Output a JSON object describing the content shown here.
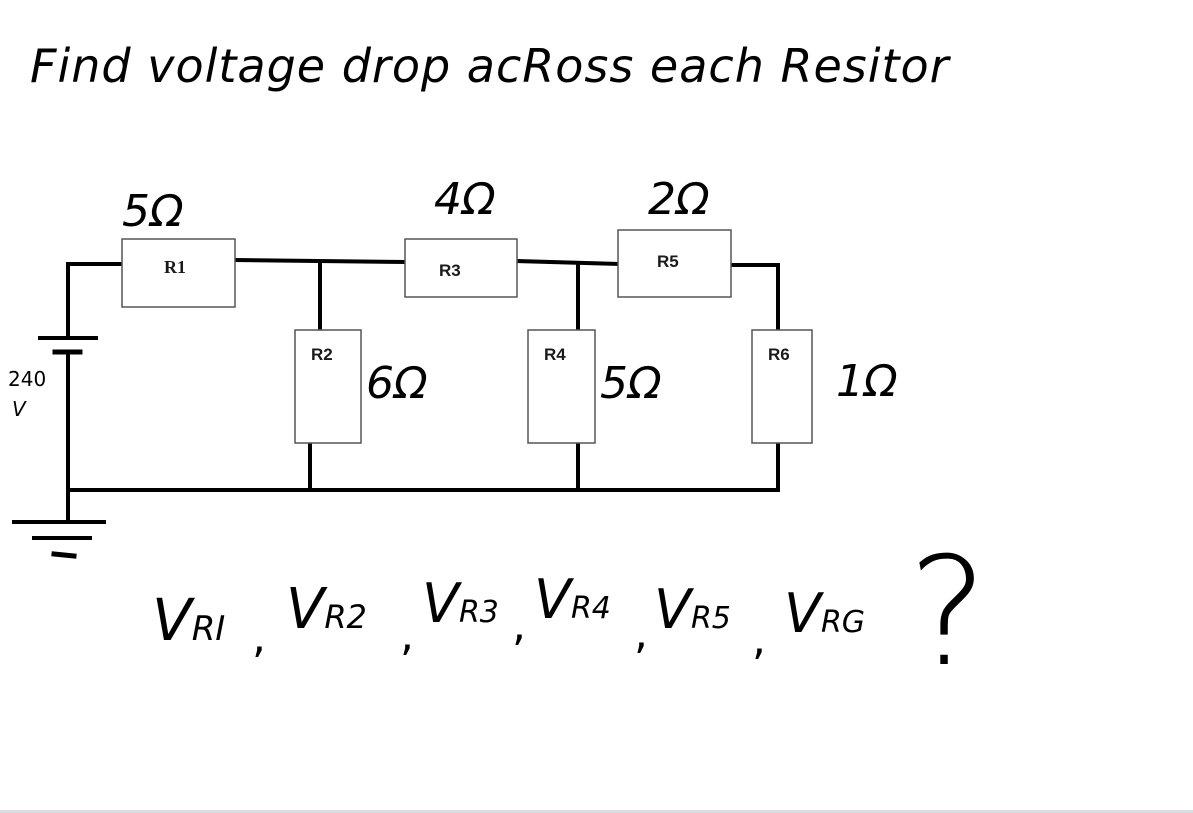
{
  "title": "Find voltage drop  acRoss each Resitor",
  "source": {
    "value": "240",
    "unit": "V"
  },
  "resistors": [
    {
      "id": "R1",
      "value": "5Ω"
    },
    {
      "id": "R2",
      "value": "6Ω"
    },
    {
      "id": "R3",
      "value": "4Ω"
    },
    {
      "id": "R4",
      "value": "5Ω"
    },
    {
      "id": "R5",
      "value": "2Ω"
    },
    {
      "id": "R6",
      "value": "1Ω"
    }
  ],
  "question": {
    "items": [
      "V",
      "V",
      "V",
      "V",
      "V",
      "V"
    ],
    "subscripts": [
      "RI",
      "R2",
      "R3",
      "R4",
      "R5",
      "RG"
    ],
    "separator": ",",
    "end": "?"
  },
  "colors": {
    "ink": "#000000",
    "resistor_border": "#555555",
    "background": "#ffffff"
  }
}
